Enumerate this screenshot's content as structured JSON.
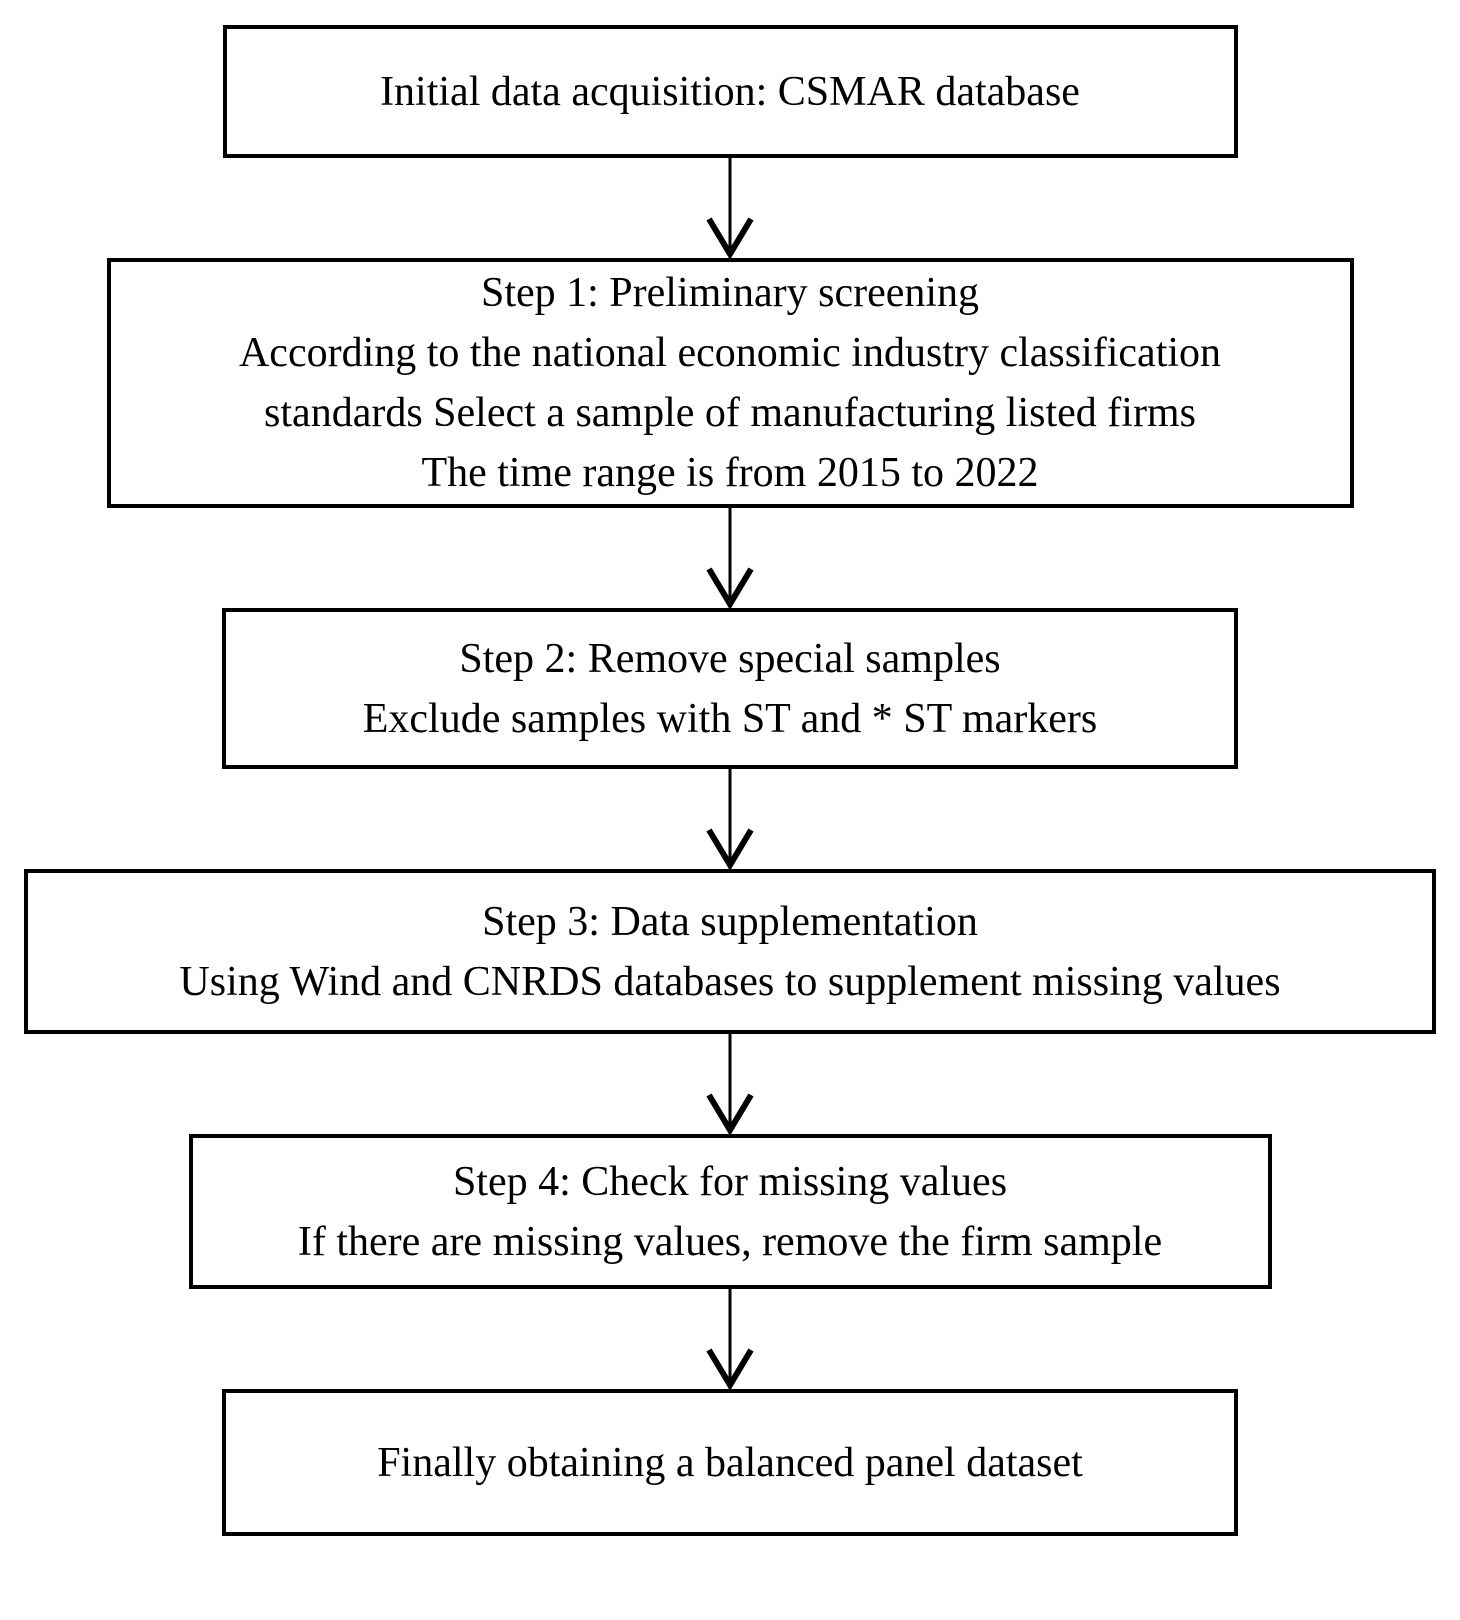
{
  "diagram": {
    "type": "flowchart",
    "direction": "top-to-bottom",
    "colors": {
      "border": "#000000",
      "text": "#000000",
      "background": "#ffffff",
      "arrow": "#000000"
    },
    "nodes": [
      {
        "id": "initial-data-acquisition",
        "lines": [
          "Initial data acquisition: CSMAR database"
        ]
      },
      {
        "id": "step-1-preliminary-screening",
        "lines": [
          "Step 1: Preliminary screening",
          "According to the national economic industry classification",
          "standards Select a sample of manufacturing listed firms",
          "The time range is from 2015 to 2022"
        ]
      },
      {
        "id": "step-2-remove-special-samples",
        "lines": [
          "Step 2: Remove special samples",
          "Exclude samples with ST and * ST markers"
        ]
      },
      {
        "id": "step-3-data-supplementation",
        "lines": [
          "Step 3: Data supplementation",
          "Using Wind and CNRDS databases to supplement missing values"
        ]
      },
      {
        "id": "step-4-check-missing-values",
        "lines": [
          "Step 4: Check for missing values",
          "If there are missing values, remove the firm sample"
        ]
      },
      {
        "id": "final-balanced-panel-dataset",
        "lines": [
          "Finally obtaining a balanced panel dataset"
        ]
      }
    ],
    "connectors": [
      {
        "from": "initial-data-acquisition",
        "to": "step-1-preliminary-screening",
        "style": "arrow-down"
      },
      {
        "from": "step-1-preliminary-screening",
        "to": "step-2-remove-special-samples",
        "style": "arrow-down"
      },
      {
        "from": "step-2-remove-special-samples",
        "to": "step-3-data-supplementation",
        "style": "arrow-down"
      },
      {
        "from": "step-3-data-supplementation",
        "to": "step-4-check-missing-values",
        "style": "arrow-down"
      },
      {
        "from": "step-4-check-missing-values",
        "to": "final-balanced-panel-dataset",
        "style": "arrow-down"
      }
    ]
  }
}
